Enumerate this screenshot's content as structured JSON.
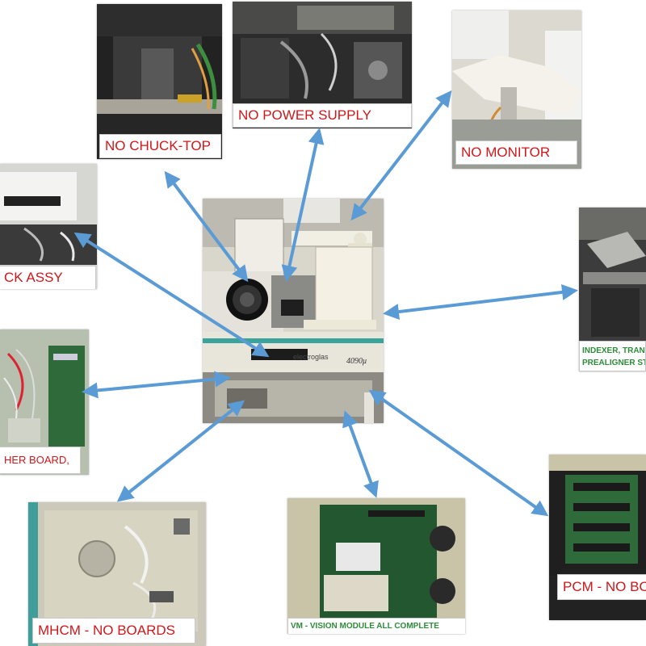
{
  "captions": {
    "chuck_top": "NO CHUCK-TOP",
    "power_supply": "NO POWER SUPPLY",
    "monitor": "NO MONITOR",
    "chuck_assy": "CK ASSY",
    "indexer_line1": "INDEXER, TRANS",
    "indexer_line2": "PREALIGNER STIL",
    "mother_board": "HER BOARD,",
    "mhcm": "MHCM - NO BOARDS",
    "vm": "VM - VISION MODULE ALL COMPLETE",
    "pcm": "PCM - NO BO"
  },
  "center_machine": {
    "brand_label": "electroglas",
    "model_label": "4090μ"
  },
  "colors": {
    "arrow": "#5b9bd5",
    "caption_red": "#d0171b",
    "caption_green": "#2e8b3a"
  }
}
